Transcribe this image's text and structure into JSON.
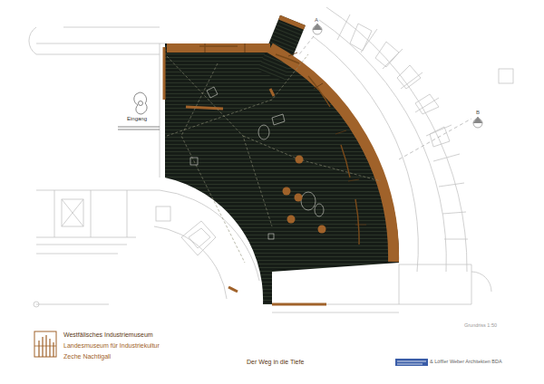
{
  "diagram": {
    "title": "Der Weg in die Tiefe",
    "labels": [
      "Eingang",
      "A",
      "B",
      "Westfälisches Industriemuseum",
      "Landesmuseum für Industriekultur",
      "Zeche Nachtigall",
      "Grundriss 1:50",
      "& Löffler Weber Architekten BDA"
    ]
  }
}
